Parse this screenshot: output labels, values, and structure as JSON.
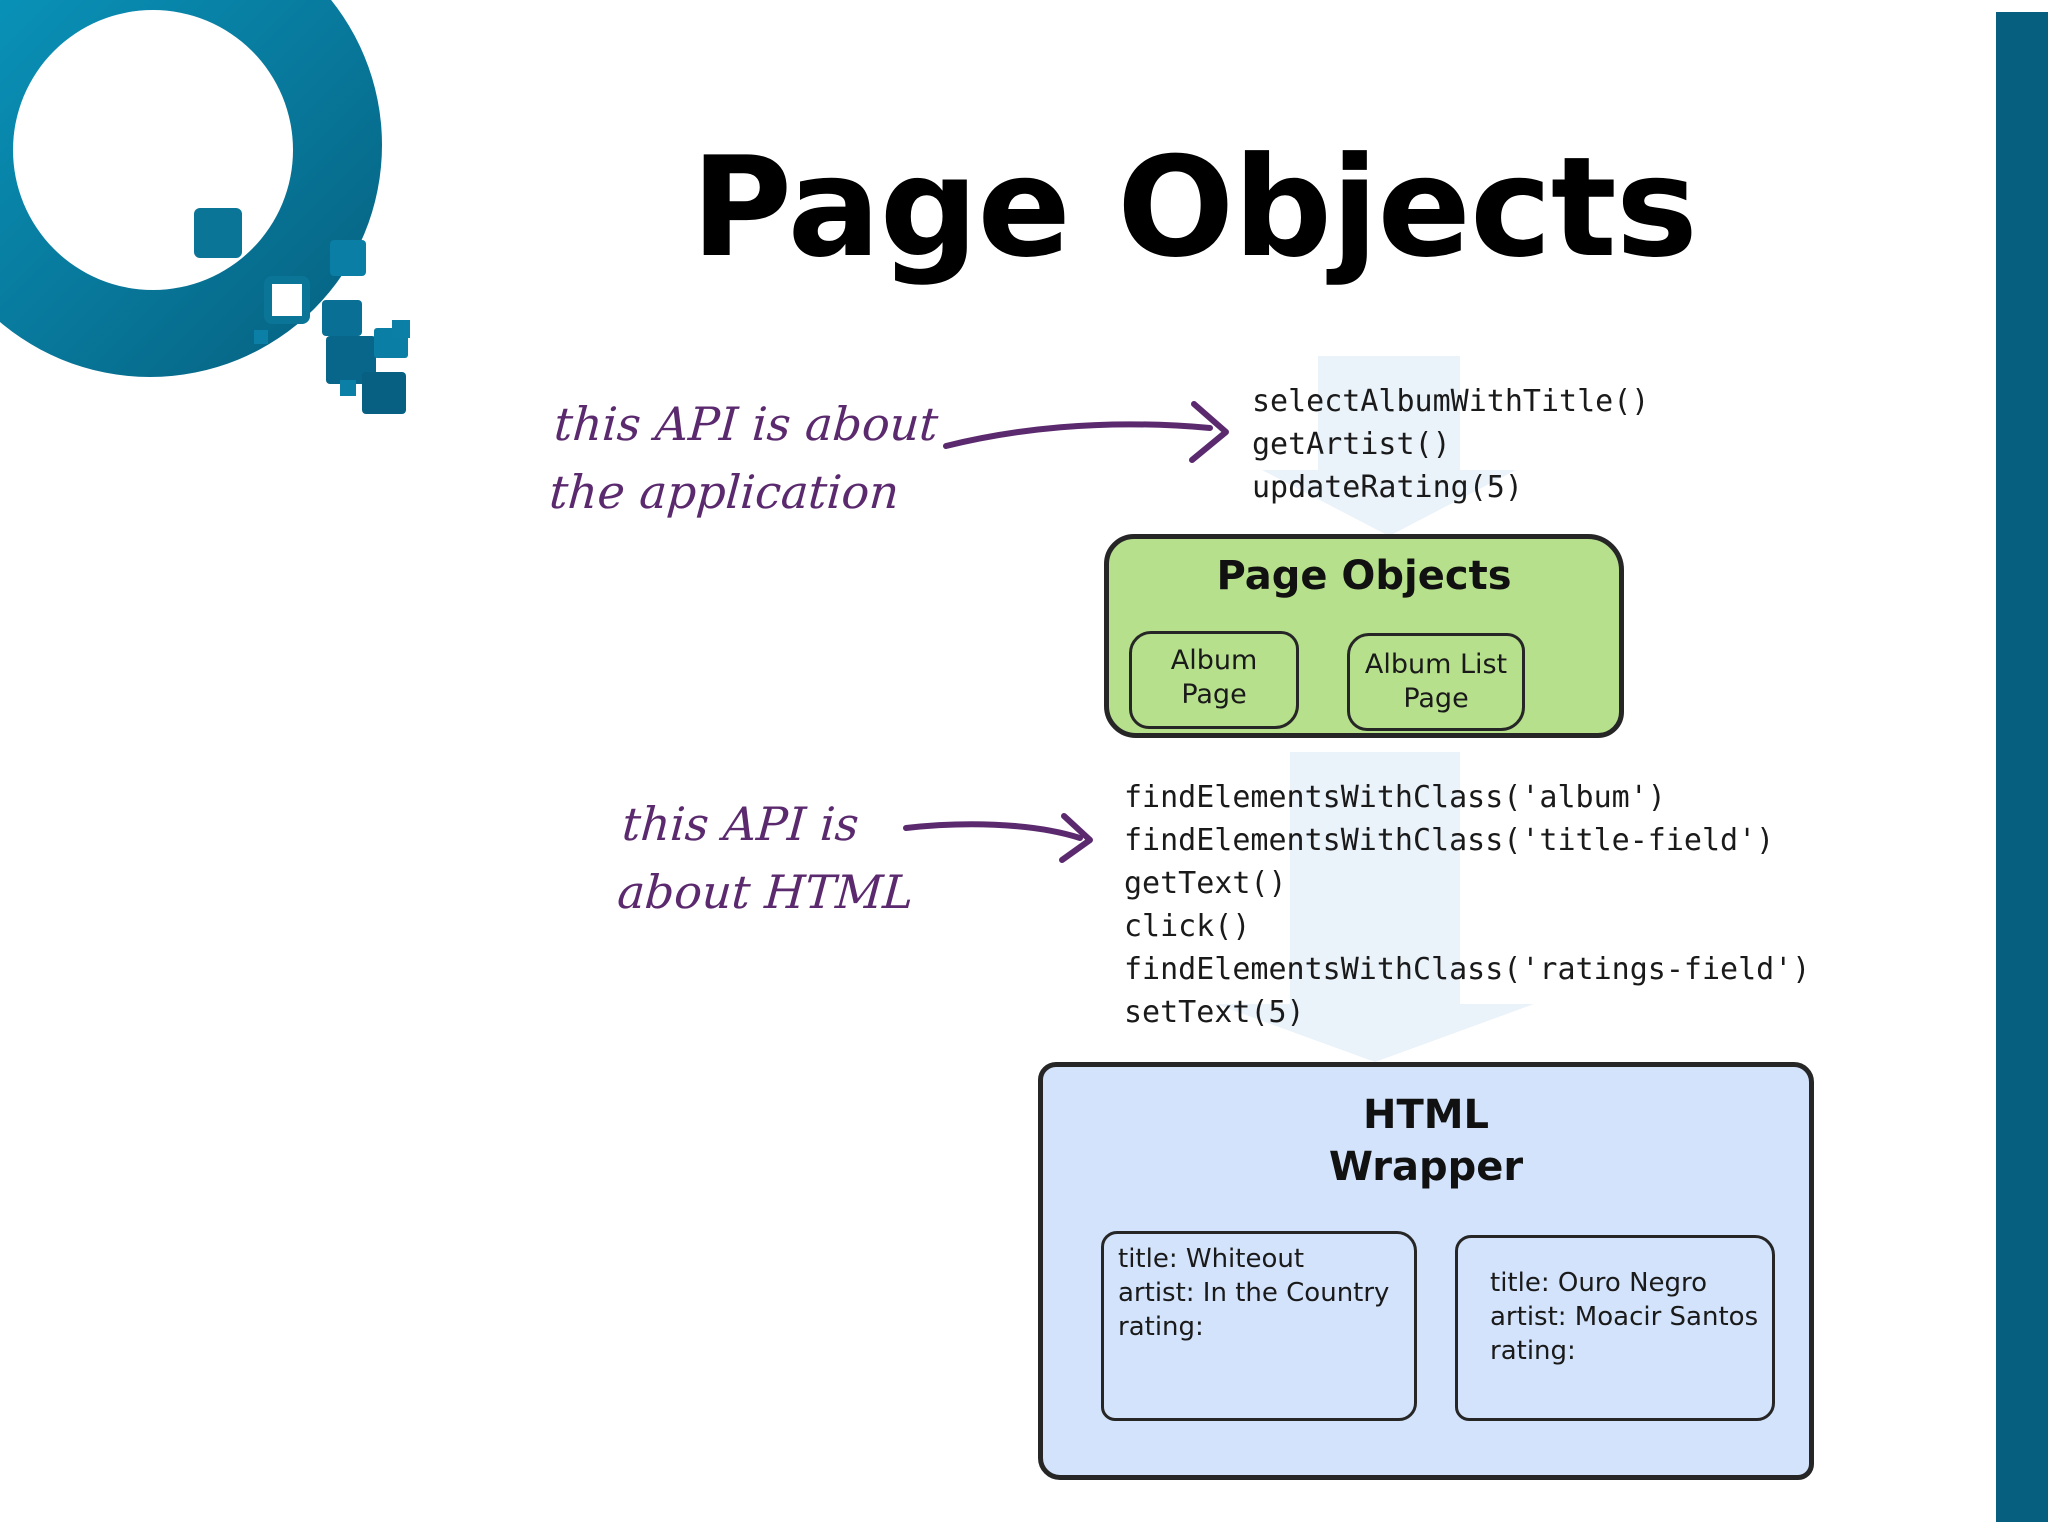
{
  "slide": {
    "title": "Page Objects"
  },
  "notes": {
    "application_api": [
      "this API is about",
      "the application"
    ],
    "html_api": [
      "this API is",
      "about HTML"
    ]
  },
  "application_api_calls": [
    "selectAlbumWithTitle()",
    "getArtist()",
    "updateRating(5)"
  ],
  "page_objects_box": {
    "title": "Page Objects",
    "pages": [
      {
        "lines": [
          "Album",
          "Page"
        ]
      },
      {
        "lines": [
          "Album List",
          "Page"
        ]
      }
    ]
  },
  "html_api_calls": [
    "findElementsWithClass('album')",
    "findElementsWithClass('title-field')",
    "getText()",
    "click()",
    "findElementsWithClass('ratings-field')",
    "setText(5)"
  ],
  "html_wrapper_box": {
    "title_lines": [
      "HTML",
      "Wrapper"
    ],
    "albums": [
      {
        "title": "title: Whiteout",
        "artist": "artist: In the Country",
        "rating": "rating:"
      },
      {
        "title": "title: Ouro Negro",
        "artist": "artist: Moacir Santos",
        "rating": "rating:"
      }
    ]
  },
  "colors": {
    "brand_teal": "#065f7e",
    "brand_teal_light": "#0a8fb8",
    "note_purple": "#5b2a6e",
    "page_objects_fill": "#b6e08c",
    "html_wrapper_fill": "#d3e3fb",
    "flow_arrow_fill": "#eaf2fa"
  }
}
